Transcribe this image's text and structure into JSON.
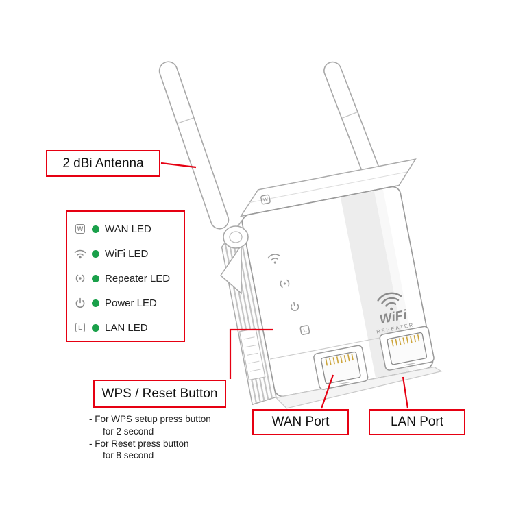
{
  "accent": "#e60012",
  "led_dot_color": "#1aa04a",
  "callouts": {
    "antenna": "2 dBi Antenna",
    "wps": "WPS / Reset Button",
    "wan": "WAN Port",
    "lan": "LAN Port"
  },
  "leds": [
    {
      "label": "WAN LED"
    },
    {
      "label": "WiFi LED"
    },
    {
      "label": "Repeater LED"
    },
    {
      "label": "Power LED"
    },
    {
      "label": "LAN LED"
    }
  ],
  "icons": {
    "wan_letter": "W",
    "lan_letter": "L"
  },
  "wps_notes": {
    "line1": "- For WPS setup press button",
    "line2": "for 2 second",
    "line3": "- For Reset  press button",
    "line4": "for 8 second"
  },
  "device": {
    "logo_title": "WiFi",
    "logo_subtitle": "REPEATER"
  }
}
